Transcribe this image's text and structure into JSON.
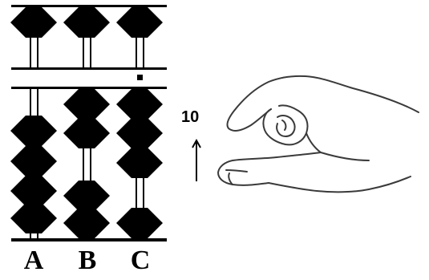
{
  "diagram": {
    "columns": [
      {
        "label": "A",
        "upper_beads": 1,
        "lower_beads": 4
      },
      {
        "label": "B",
        "upper_beads": 1,
        "lower_beads": 4
      },
      {
        "label": "C",
        "upper_beads": 1,
        "lower_beads": 4
      }
    ],
    "annotation": {
      "text": "10"
    },
    "icons": [
      "abacus",
      "hand-pinch-icon",
      "up-arrow-icon"
    ]
  }
}
